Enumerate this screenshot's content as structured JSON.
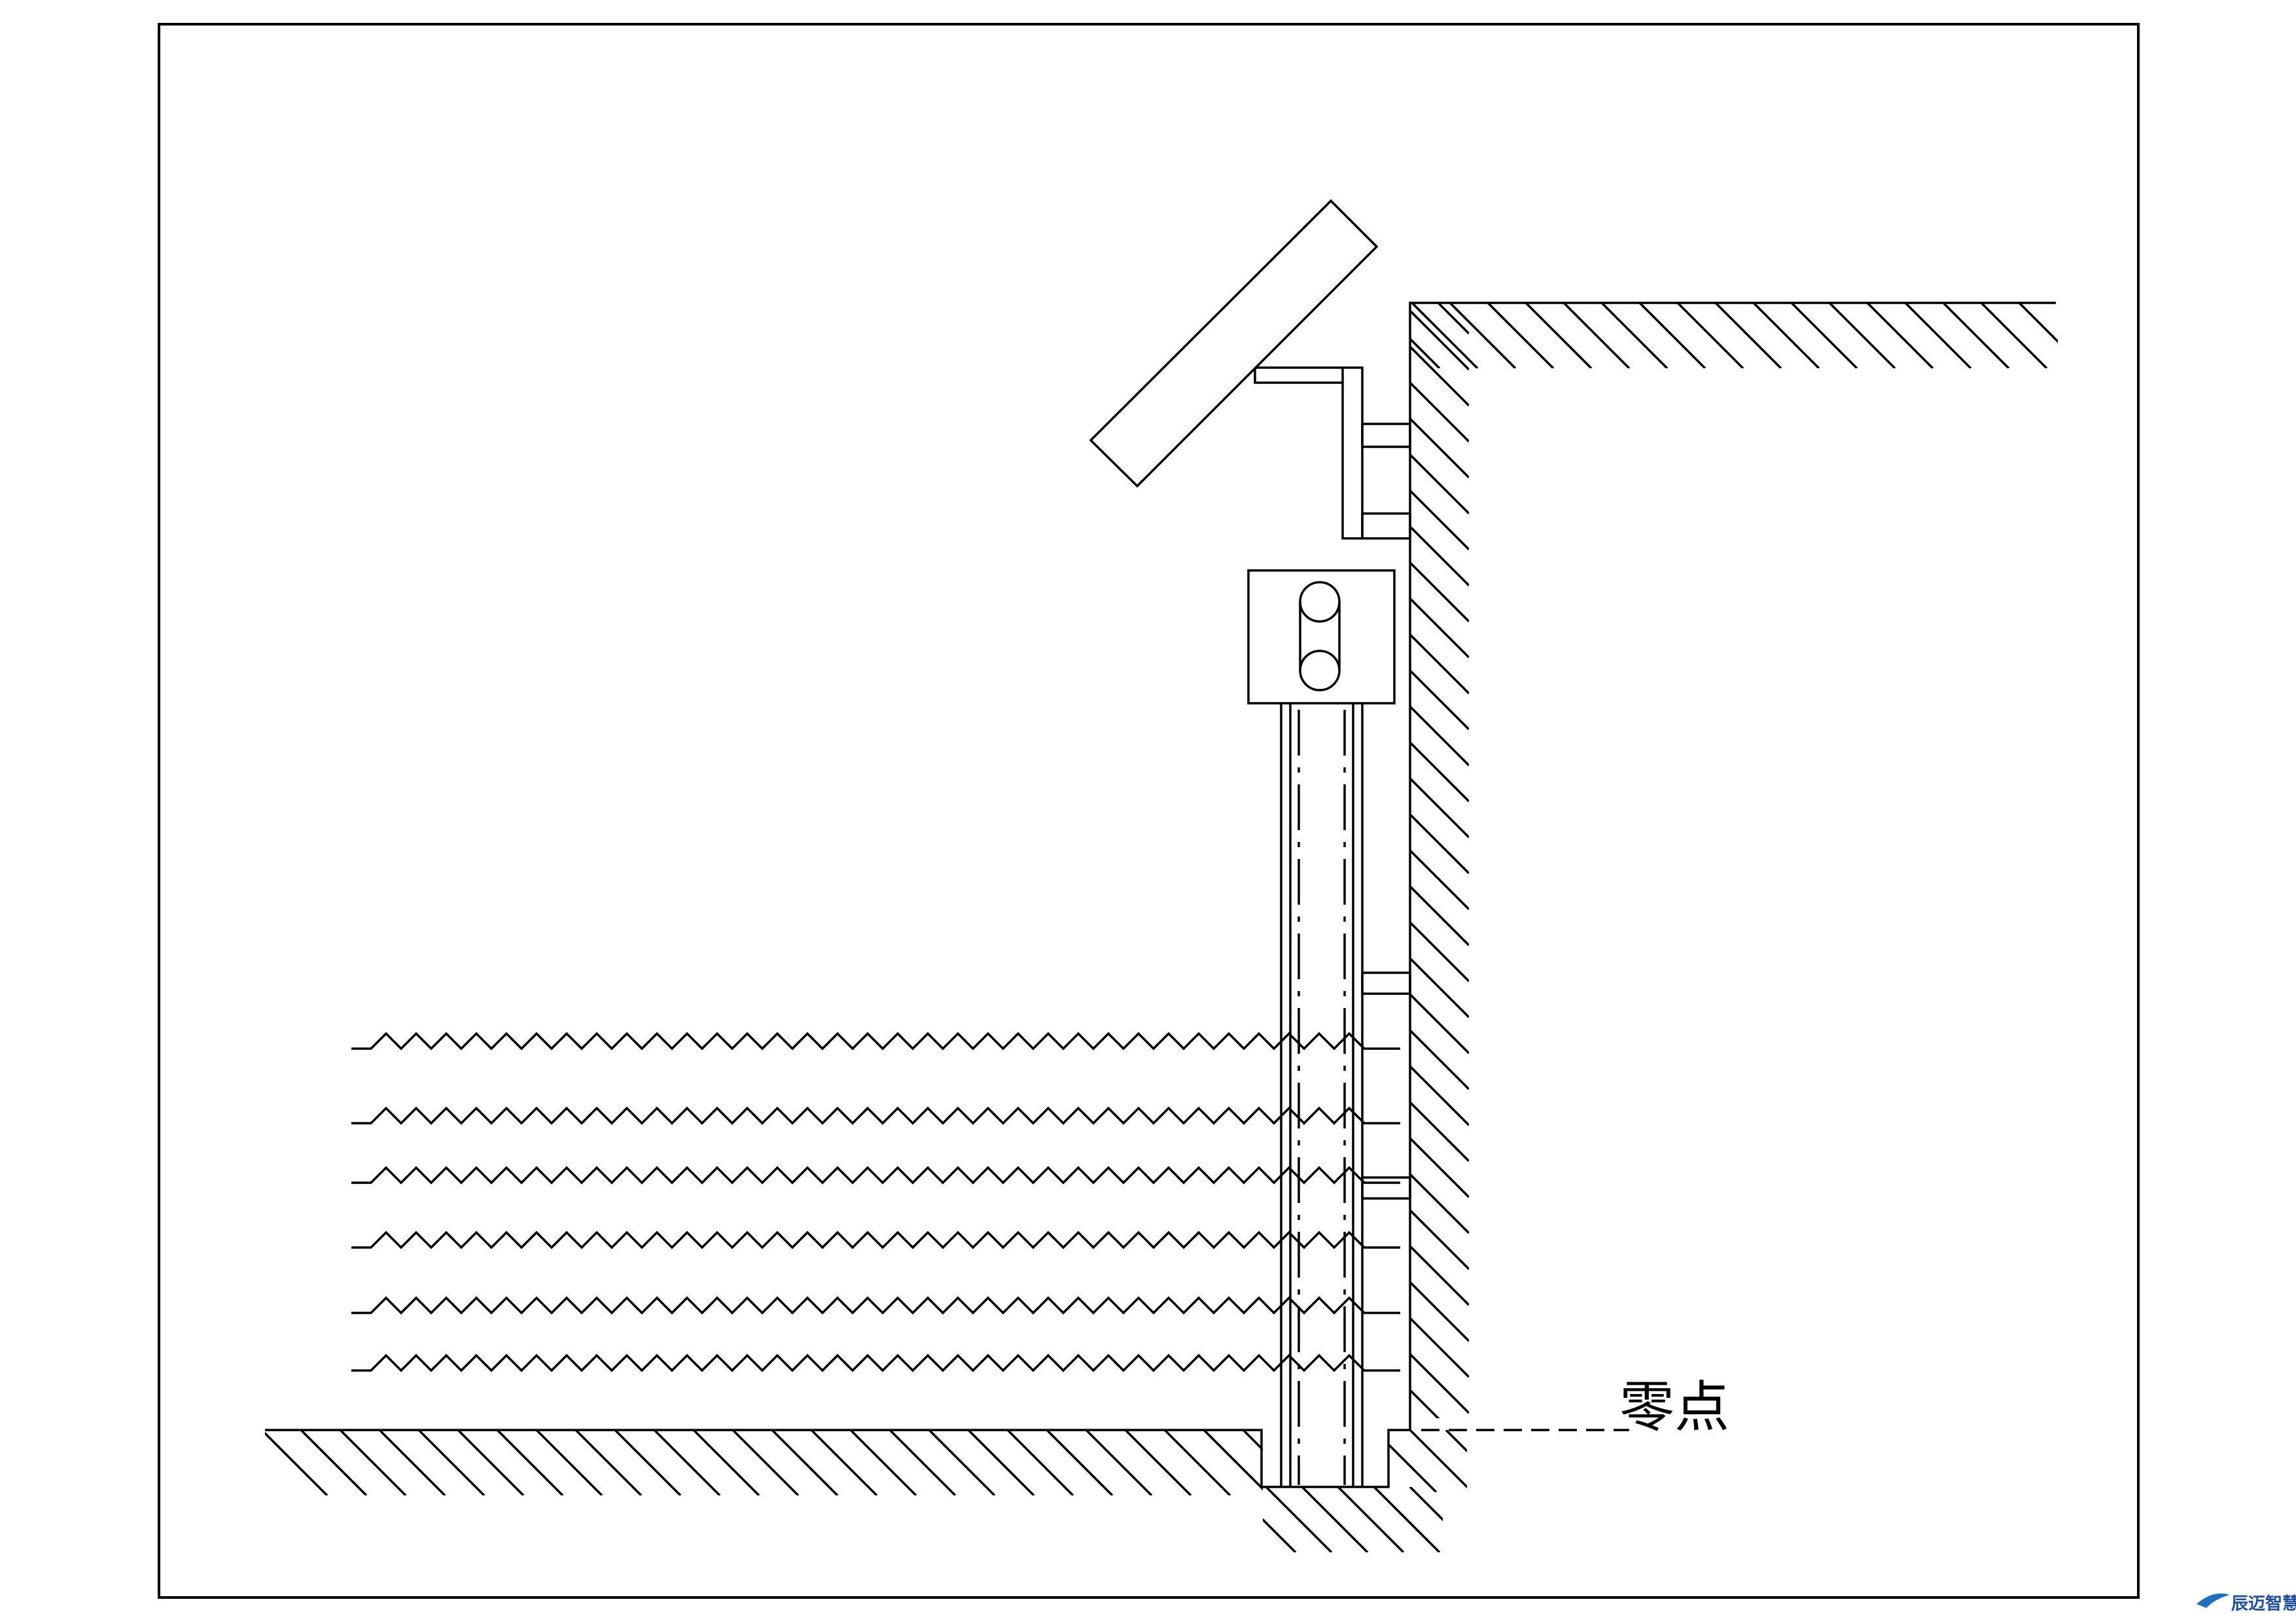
{
  "annotation": {
    "zero_point_label": "零点"
  },
  "logo": {
    "text": "辰迈智慧",
    "color": "#1f6fc0"
  },
  "colors": {
    "line": "#000000",
    "background": "#ffffff"
  },
  "components": [
    {
      "name": "solar-panel",
      "label": ""
    },
    {
      "name": "equipment-box",
      "label": ""
    },
    {
      "name": "sensor-pipe",
      "label": ""
    },
    {
      "name": "retaining-wall",
      "label": ""
    },
    {
      "name": "water-surface",
      "label": ""
    },
    {
      "name": "ground-bed",
      "label": ""
    }
  ]
}
